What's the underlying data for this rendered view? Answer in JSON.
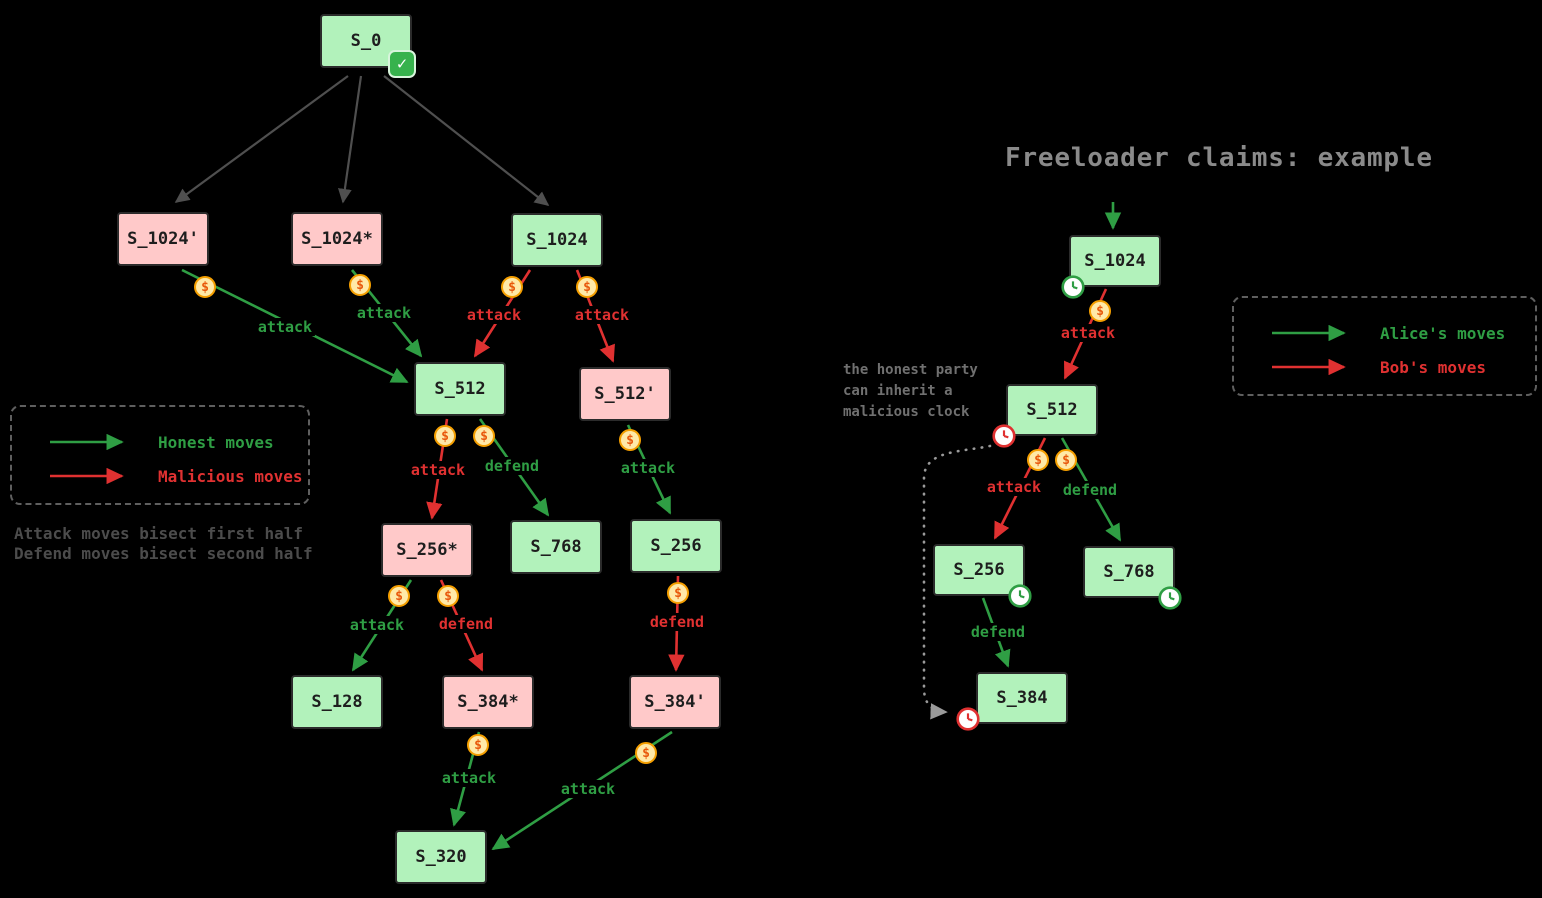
{
  "colors": {
    "honest_green": "#2f9e44",
    "malicious_red": "#e03131",
    "node_green_fill": "#b2f2bb",
    "node_pink_fill": "#ffc9c9",
    "coin_orange": "#f59f00"
  },
  "icons": {
    "coin": "$",
    "check": "✓"
  },
  "labels": {
    "attack": "attack",
    "defend": "defend"
  },
  "left": {
    "nodes": {
      "s0": "S_0",
      "s1024p": "S_1024'",
      "s1024s": "S_1024*",
      "s1024": "S_1024",
      "s512": "S_512",
      "s512p": "S_512'",
      "s256s": "S_256*",
      "s768": "S_768",
      "s256": "S_256",
      "s128": "S_128",
      "s384s": "S_384*",
      "s384p": "S_384'",
      "s320": "S_320"
    },
    "legend": {
      "honest": "Honest moves",
      "malicious": "Malicious moves"
    },
    "notes": [
      "Attack moves bisect first half",
      "Defend moves bisect second half"
    ]
  },
  "right": {
    "title": "Freeloader claims: example",
    "nodes": {
      "s1024": "S_1024",
      "s512": "S_512",
      "s256": "S_256",
      "s768": "S_768",
      "s384": "S_384"
    },
    "legend": {
      "alice": "Alice's moves",
      "bob": "Bob's moves"
    },
    "note_lines": [
      "the honest party",
      "can inherit a",
      "malicious clock"
    ]
  }
}
